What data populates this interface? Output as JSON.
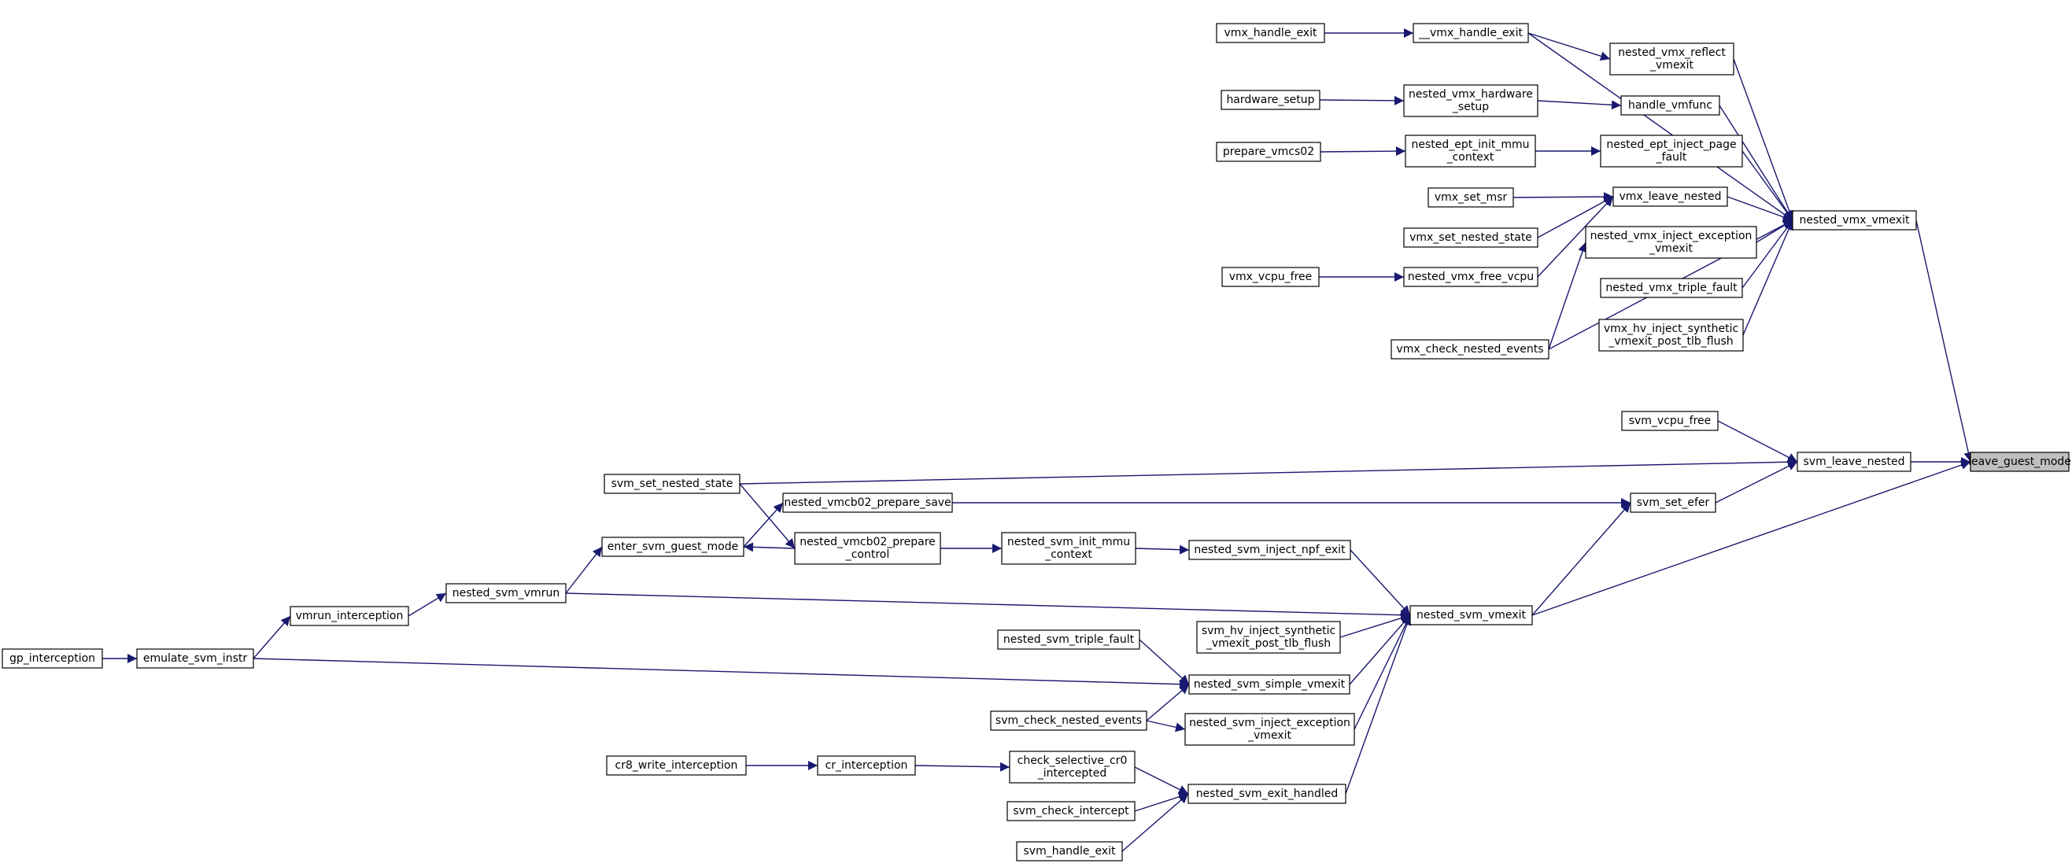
{
  "graph": {
    "colors": {
      "edge": "#191970",
      "node_border": "#000000",
      "node_fill": "#ffffff",
      "target_fill": "#bfbfbf"
    },
    "nodes": {
      "leave_guest_mode": {
        "lines": [
          "leave_guest_mode"
        ],
        "target": true
      },
      "nested_vmx_vmexit": {
        "lines": [
          "nested_vmx_vmexit"
        ]
      },
      "svm_leave_nested": {
        "lines": [
          "svm_leave_nested"
        ]
      },
      "nested_svm_vmexit": {
        "lines": [
          "nested_svm_vmexit"
        ]
      },
      "vmx_handle_exit": {
        "lines": [
          "vmx_handle_exit"
        ]
      },
      "__vmx_handle_exit": {
        "lines": [
          "__vmx_handle_exit"
        ]
      },
      "nested_vmx_reflect_vmexit": {
        "lines": [
          "nested_vmx_reflect",
          "_vmexit"
        ]
      },
      "hardware_setup": {
        "lines": [
          "hardware_setup"
        ]
      },
      "nested_vmx_hardware_setup": {
        "lines": [
          "nested_vmx_hardware",
          "_setup"
        ]
      },
      "handle_vmfunc": {
        "lines": [
          "handle_vmfunc"
        ]
      },
      "prepare_vmcs02": {
        "lines": [
          "prepare_vmcs02"
        ]
      },
      "nested_ept_init_mmu_context": {
        "lines": [
          "nested_ept_init_mmu",
          "_context"
        ]
      },
      "nested_ept_inject_page_fault": {
        "lines": [
          "nested_ept_inject_page",
          "_fault"
        ]
      },
      "vmx_set_msr": {
        "lines": [
          "vmx_set_msr"
        ]
      },
      "vmx_leave_nested": {
        "lines": [
          "vmx_leave_nested"
        ]
      },
      "vmx_set_nested_state": {
        "lines": [
          "vmx_set_nested_state"
        ]
      },
      "nested_vmx_inject_exception_vmexit": {
        "lines": [
          "nested_vmx_inject_exception",
          "_vmexit"
        ]
      },
      "vmx_vcpu_free": {
        "lines": [
          "vmx_vcpu_free"
        ]
      },
      "nested_vmx_free_vcpu": {
        "lines": [
          "nested_vmx_free_vcpu"
        ]
      },
      "nested_vmx_triple_fault": {
        "lines": [
          "nested_vmx_triple_fault"
        ]
      },
      "vmx_hv_inject_synthetic_vmexit_post_tlb_flush": {
        "lines": [
          "vmx_hv_inject_synthetic",
          "_vmexit_post_tlb_flush"
        ]
      },
      "vmx_check_nested_events": {
        "lines": [
          "vmx_check_nested_events"
        ]
      },
      "svm_vcpu_free": {
        "lines": [
          "svm_vcpu_free"
        ]
      },
      "svm_set_nested_state": {
        "lines": [
          "svm_set_nested_state"
        ]
      },
      "svm_set_efer": {
        "lines": [
          "svm_set_efer"
        ]
      },
      "nested_vmcb02_prepare_save": {
        "lines": [
          "nested_vmcb02_prepare_save"
        ]
      },
      "enter_svm_guest_mode": {
        "lines": [
          "enter_svm_guest_mode"
        ]
      },
      "nested_vmcb02_prepare_control": {
        "lines": [
          "nested_vmcb02_prepare",
          "_control"
        ]
      },
      "nested_svm_init_mmu_context": {
        "lines": [
          "nested_svm_init_mmu",
          "_context"
        ]
      },
      "nested_svm_inject_npf_exit": {
        "lines": [
          "nested_svm_inject_npf_exit"
        ]
      },
      "nested_svm_vmrun": {
        "lines": [
          "nested_svm_vmrun"
        ]
      },
      "vmrun_interception": {
        "lines": [
          "vmrun_interception"
        ]
      },
      "gp_interception": {
        "lines": [
          "gp_interception"
        ]
      },
      "emulate_svm_instr": {
        "lines": [
          "emulate_svm_instr"
        ]
      },
      "svm_hv_inject_synthetic_vmexit_post_tlb_flush": {
        "lines": [
          "svm_hv_inject_synthetic",
          "_vmexit_post_tlb_flush"
        ]
      },
      "nested_svm_triple_fault": {
        "lines": [
          "nested_svm_triple_fault"
        ]
      },
      "nested_svm_simple_vmexit": {
        "lines": [
          "nested_svm_simple_vmexit"
        ]
      },
      "svm_check_nested_events": {
        "lines": [
          "svm_check_nested_events"
        ]
      },
      "nested_svm_inject_exception_vmexit": {
        "lines": [
          "nested_svm_inject_exception",
          "_vmexit"
        ]
      },
      "cr8_write_interception": {
        "lines": [
          "cr8_write_interception"
        ]
      },
      "cr_interception": {
        "lines": [
          "cr_interception"
        ]
      },
      "check_selective_cr0_intercepted": {
        "lines": [
          "check_selective_cr0",
          "_intercepted"
        ]
      },
      "svm_check_intercept": {
        "lines": [
          "svm_check_intercept"
        ]
      },
      "nested_svm_exit_handled": {
        "lines": [
          "nested_svm_exit_handled"
        ]
      },
      "svm_handle_exit": {
        "lines": [
          "svm_handle_exit"
        ]
      }
    },
    "edges": [
      [
        "nested_vmx_vmexit",
        "leave_guest_mode"
      ],
      [
        "svm_leave_nested",
        "leave_guest_mode"
      ],
      [
        "nested_svm_vmexit",
        "leave_guest_mode"
      ],
      [
        "vmx_handle_exit",
        "__vmx_handle_exit"
      ],
      [
        "__vmx_handle_exit",
        "nested_vmx_vmexit"
      ],
      [
        "__vmx_handle_exit",
        "nested_vmx_reflect_vmexit"
      ],
      [
        "nested_vmx_reflect_vmexit",
        "nested_vmx_vmexit"
      ],
      [
        "hardware_setup",
        "nested_vmx_hardware_setup"
      ],
      [
        "nested_vmx_hardware_setup",
        "handle_vmfunc"
      ],
      [
        "handle_vmfunc",
        "nested_vmx_vmexit"
      ],
      [
        "prepare_vmcs02",
        "nested_ept_init_mmu_context"
      ],
      [
        "nested_ept_init_mmu_context",
        "nested_ept_inject_page_fault"
      ],
      [
        "nested_ept_inject_page_fault",
        "nested_vmx_vmexit"
      ],
      [
        "vmx_set_msr",
        "vmx_leave_nested"
      ],
      [
        "vmx_set_nested_state",
        "vmx_leave_nested"
      ],
      [
        "nested_vmx_free_vcpu",
        "vmx_leave_nested"
      ],
      [
        "vmx_leave_nested",
        "nested_vmx_vmexit"
      ],
      [
        "vmx_vcpu_free",
        "nested_vmx_free_vcpu"
      ],
      [
        "vmx_check_nested_events",
        "nested_vmx_inject_exception_vmexit"
      ],
      [
        "nested_vmx_inject_exception_vmexit",
        "nested_vmx_vmexit"
      ],
      [
        "nested_vmx_triple_fault",
        "nested_vmx_vmexit"
      ],
      [
        "vmx_hv_inject_synthetic_vmexit_post_tlb_flush",
        "nested_vmx_vmexit"
      ],
      [
        "vmx_check_nested_events",
        "nested_vmx_vmexit"
      ],
      [
        "svm_vcpu_free",
        "svm_leave_nested"
      ],
      [
        "svm_set_nested_state",
        "svm_leave_nested"
      ],
      [
        "svm_set_efer",
        "svm_leave_nested"
      ],
      [
        "nested_vmcb02_prepare_save",
        "svm_set_efer"
      ],
      [
        "nested_svm_vmexit",
        "svm_set_efer"
      ],
      [
        "enter_svm_guest_mode",
        "nested_vmcb02_prepare_save"
      ],
      [
        "svm_set_nested_state",
        "nested_vmcb02_prepare_control"
      ],
      [
        "nested_vmcb02_prepare_control",
        "enter_svm_guest_mode"
      ],
      [
        "nested_vmcb02_prepare_control",
        "nested_svm_init_mmu_context"
      ],
      [
        "nested_svm_init_mmu_context",
        "nested_svm_inject_npf_exit"
      ],
      [
        "nested_svm_inject_npf_exit",
        "nested_svm_vmexit"
      ],
      [
        "nested_svm_vmrun",
        "enter_svm_guest_mode"
      ],
      [
        "nested_svm_vmrun",
        "nested_svm_vmexit"
      ],
      [
        "vmrun_interception",
        "nested_svm_vmrun"
      ],
      [
        "emulate_svm_instr",
        "vmrun_interception"
      ],
      [
        "gp_interception",
        "emulate_svm_instr"
      ],
      [
        "emulate_svm_instr",
        "nested_svm_simple_vmexit"
      ],
      [
        "svm_hv_inject_synthetic_vmexit_post_tlb_flush",
        "nested_svm_vmexit"
      ],
      [
        "nested_svm_triple_fault",
        "nested_svm_simple_vmexit"
      ],
      [
        "nested_svm_simple_vmexit",
        "nested_svm_vmexit"
      ],
      [
        "svm_check_nested_events",
        "nested_svm_simple_vmexit"
      ],
      [
        "svm_check_nested_events",
        "nested_svm_inject_exception_vmexit"
      ],
      [
        "nested_svm_inject_exception_vmexit",
        "nested_svm_vmexit"
      ],
      [
        "cr8_write_interception",
        "cr_interception"
      ],
      [
        "cr_interception",
        "check_selective_cr0_intercepted"
      ],
      [
        "check_selective_cr0_intercepted",
        "nested_svm_exit_handled"
      ],
      [
        "svm_check_intercept",
        "nested_svm_exit_handled"
      ],
      [
        "svm_handle_exit",
        "nested_svm_exit_handled"
      ],
      [
        "nested_svm_exit_handled",
        "nested_svm_vmexit"
      ]
    ]
  }
}
